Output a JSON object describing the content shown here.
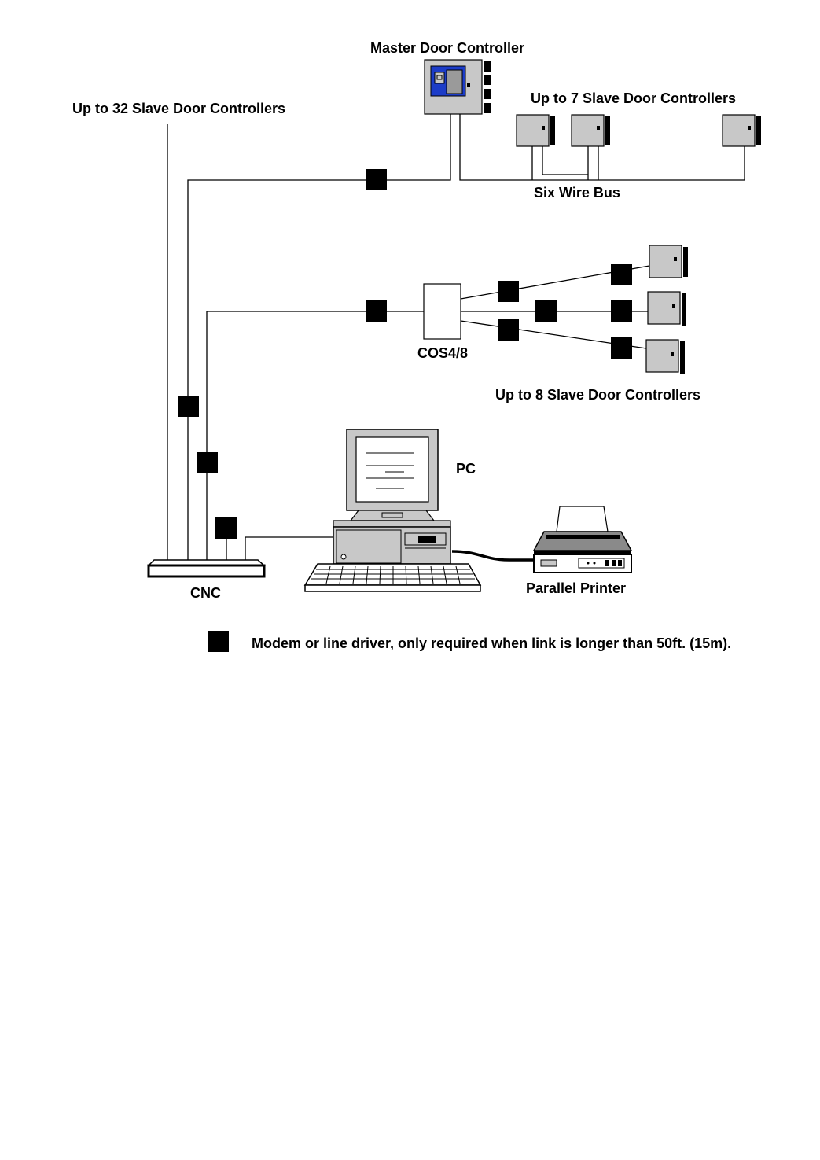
{
  "labels": {
    "master_door_controller": "Master Door Controller",
    "up_to_32": "Up to 32 Slave Door Controllers",
    "up_to_7": "Up to 7 Slave Door Controllers",
    "six_wire_bus": "Six Wire Bus",
    "cos": "COS4/8",
    "up_to_8": "Up to 8 Slave Door Controllers",
    "pc": "PC",
    "cnc": "CNC",
    "parallel_printer": "Parallel Printer"
  },
  "legend": {
    "text": "Modem or line driver, only required when link is longer than 50ft. (15m)."
  },
  "icons": {
    "modem": "modem-icon",
    "door_controller": "door-controller-icon",
    "master_controller": "master-controller-icon",
    "pc": "pc-icon",
    "printer": "printer-icon",
    "cnc": "cnc-icon",
    "cos": "cos-unit-icon"
  },
  "colors": {
    "controller_fill": "#c8c8c8",
    "master_panel": "#1c3cc8",
    "line": "#000000"
  }
}
